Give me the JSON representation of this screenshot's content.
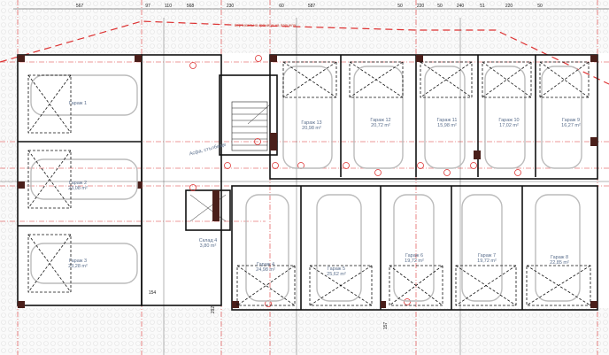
{
  "drawing": {
    "top_dimensions": [
      "567",
      "97",
      "110",
      "568",
      "230",
      "60",
      "587",
      "50",
      "220",
      "50",
      "240",
      "51",
      "220",
      "50"
    ],
    "boundary_note": "вертикальна граница на парцела",
    "stair_label": "Асфа, стълбище",
    "rooms": [
      {
        "name": "Гараж 1",
        "area": ""
      },
      {
        "name": "Гараж 2",
        "area": "23,08 m²"
      },
      {
        "name": "Гараж 3",
        "area": "23,28 m²"
      },
      {
        "name": "Склад 4",
        "area": "3,80 m²"
      },
      {
        "name": "Гараж 4",
        "area": "24,98 m²"
      },
      {
        "name": "Гараж 5",
        "area": "25,62 m²"
      },
      {
        "name": "Гараж 6",
        "area": "19,72 m²"
      },
      {
        "name": "Гараж 7",
        "area": "19,72 m²"
      },
      {
        "name": "Гараж 8",
        "area": "22,85 m²"
      },
      {
        "name": "Гараж 9",
        "area": "16,27 m²"
      },
      {
        "name": "Гараж 10",
        "area": "17,02 m²"
      },
      {
        "name": "Гараж 11",
        "area": "15,98 m²"
      },
      {
        "name": "Гараж 12",
        "area": "20,72 m²"
      },
      {
        "name": "Гараж 13",
        "area": "20,98 m²"
      }
    ],
    "side_dimensions": [
      "154",
      "292",
      "157"
    ],
    "colors": {
      "walls": "#111111",
      "axes": "#dd3333",
      "cars": "#bbbbbb",
      "labels": "#5a6e8c",
      "columns": "#4a1f1a"
    }
  }
}
